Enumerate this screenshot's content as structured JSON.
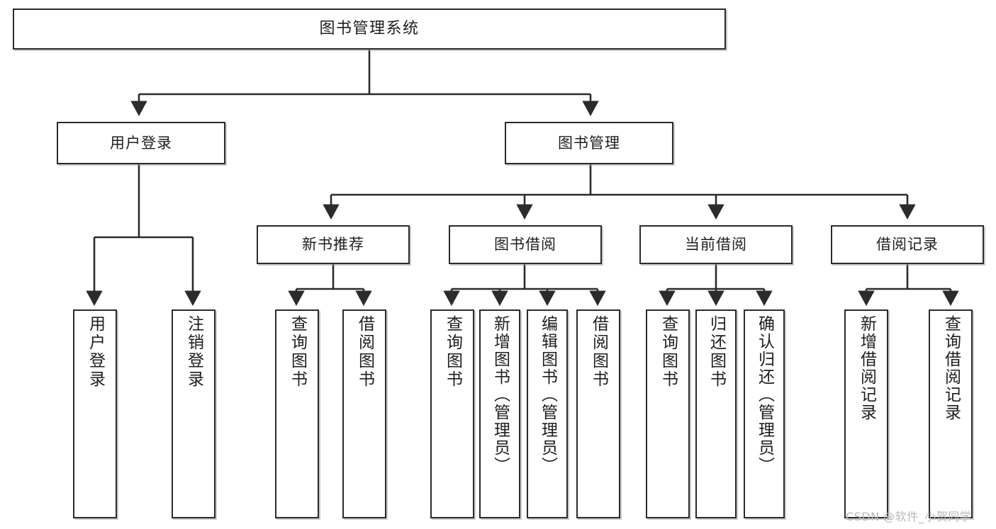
{
  "diagram": {
    "title": "图书管理系统",
    "type": "hierarchy-tree",
    "watermark": "CSDN @软件_小贺同学",
    "colors": {
      "border": "#2b2b2b",
      "fill": "#ffffff",
      "text": "#1e1e1e",
      "edge": "#2b2b2b",
      "watermark": "#b9b9b9"
    },
    "levels": [
      {
        "level": 1,
        "nodes": [
          {
            "id": "root",
            "label": "图书管理系统",
            "orientation": "horizontal"
          }
        ]
      },
      {
        "level": 2,
        "nodes": [
          {
            "id": "login",
            "label": "用户登录",
            "orientation": "horizontal",
            "parent": "root"
          },
          {
            "id": "bookmgmt",
            "label": "图书管理",
            "orientation": "horizontal",
            "parent": "root"
          }
        ]
      },
      {
        "level": 3,
        "nodes": [
          {
            "id": "newbook",
            "label": "新书推荐",
            "orientation": "horizontal",
            "parent": "bookmgmt"
          },
          {
            "id": "borrow",
            "label": "图书借阅",
            "orientation": "horizontal",
            "parent": "bookmgmt"
          },
          {
            "id": "current",
            "label": "当前借阅",
            "orientation": "horizontal",
            "parent": "bookmgmt"
          },
          {
            "id": "records",
            "label": "借阅记录",
            "orientation": "horizontal",
            "parent": "bookmgmt"
          }
        ]
      },
      {
        "level": 4,
        "nodes": [
          {
            "id": "leaf1",
            "label": "用户登录",
            "orientation": "vertical",
            "parent": "login"
          },
          {
            "id": "leaf2",
            "label": "注销登录",
            "orientation": "vertical",
            "parent": "login"
          },
          {
            "id": "leaf3",
            "label": "查询图书",
            "orientation": "vertical",
            "parent": "newbook"
          },
          {
            "id": "leaf4",
            "label": "借阅图书",
            "orientation": "vertical",
            "parent": "newbook"
          },
          {
            "id": "leaf5",
            "label": "查询图书",
            "orientation": "vertical",
            "parent": "borrow"
          },
          {
            "id": "leaf6",
            "label": "新增图书（管理员）",
            "orientation": "vertical",
            "parent": "borrow"
          },
          {
            "id": "leaf7",
            "label": "编辑图书（管理员）",
            "orientation": "vertical",
            "parent": "borrow"
          },
          {
            "id": "leaf8",
            "label": "借阅图书",
            "orientation": "vertical",
            "parent": "borrow"
          },
          {
            "id": "leaf9",
            "label": "查询图书",
            "orientation": "vertical",
            "parent": "current"
          },
          {
            "id": "leaf10",
            "label": "归还图书",
            "orientation": "vertical",
            "parent": "current"
          },
          {
            "id": "leaf11",
            "label": "确认归还（管理员）",
            "orientation": "vertical",
            "parent": "current"
          },
          {
            "id": "leaf12",
            "label": "新增借阅记录",
            "orientation": "vertical",
            "parent": "records"
          },
          {
            "id": "leaf13",
            "label": "查询借阅记录",
            "orientation": "vertical",
            "parent": "records"
          }
        ]
      }
    ]
  }
}
